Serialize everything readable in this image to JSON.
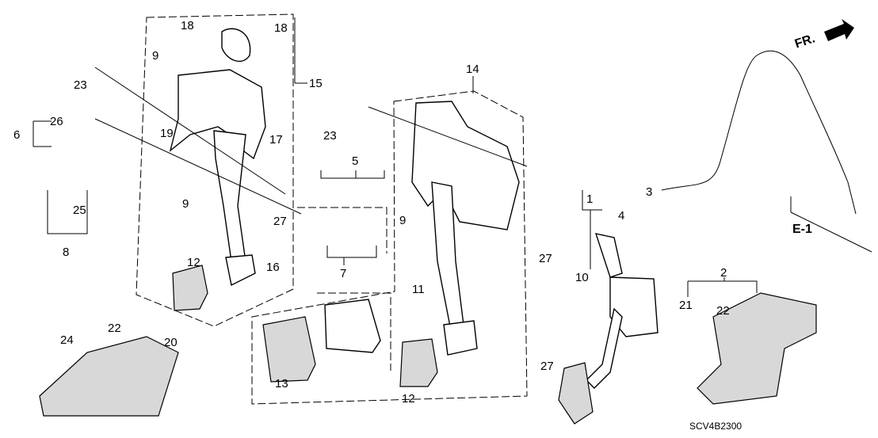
{
  "diagram": {
    "callouts": [
      "18",
      "18",
      "9",
      "15",
      "23",
      "6",
      "26",
      "19",
      "17",
      "9",
      "25",
      "8",
      "12",
      "16",
      "22",
      "24",
      "20",
      "5",
      "23",
      "14",
      "27",
      "9",
      "7",
      "11",
      "27",
      "13",
      "12",
      "1",
      "4",
      "3",
      "10",
      "27",
      "2",
      "21",
      "22"
    ],
    "direction_label": "FR.",
    "reference_label": "E-1",
    "diagram_code": "SCV4B2300"
  }
}
